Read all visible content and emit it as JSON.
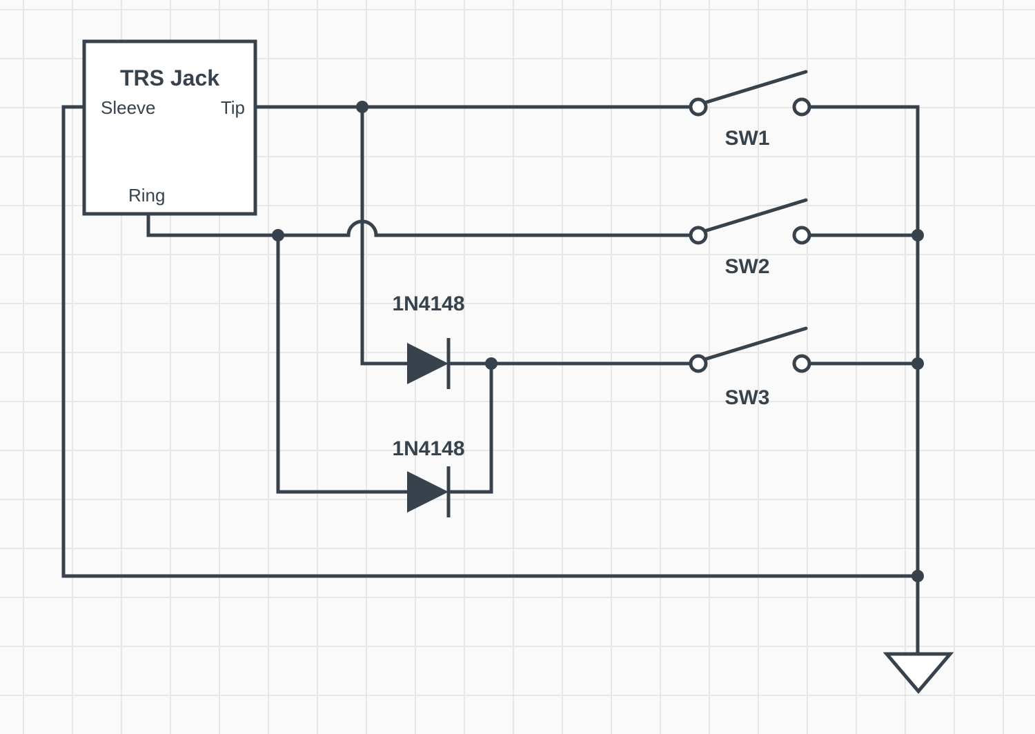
{
  "diagram": {
    "type": "circuit-schematic",
    "colors": {
      "stroke": "#37424c",
      "grid": "#e7e7e7",
      "bg": "#fafafa",
      "fill": "#ffffff"
    },
    "jack": {
      "title": "TRS Jack",
      "pins": {
        "sleeve": "Sleeve",
        "tip": "Tip",
        "ring": "Ring"
      }
    },
    "switches": [
      {
        "label": "SW1"
      },
      {
        "label": "SW2"
      },
      {
        "label": "SW3"
      }
    ],
    "diodes": [
      {
        "label": "1N4148"
      },
      {
        "label": "1N4148"
      }
    ]
  }
}
